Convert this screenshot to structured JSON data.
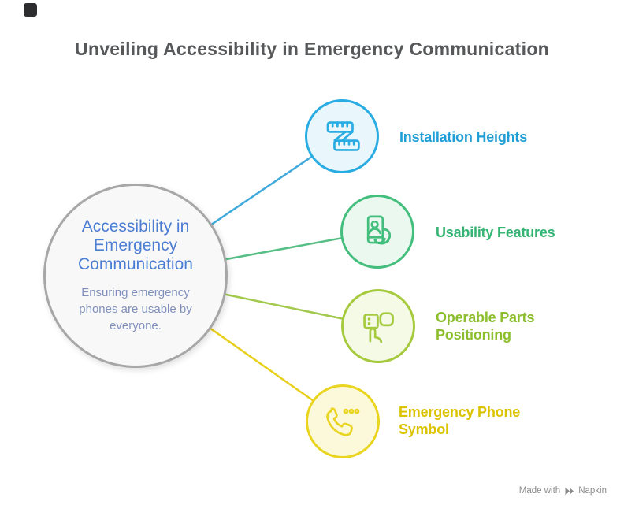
{
  "header": {
    "title": "Unveiling Accessibility in Emergency Communication",
    "title_color": "#57585A"
  },
  "center_node": {
    "title": "Accessibility in Emergency Communication",
    "subtitle": "Ensuring emergency phones are usable by everyone.",
    "title_color": "#4B7ED3",
    "subtitle_color": "#8090BC",
    "fill": "#F8F8F8",
    "border_color": "#A7A7A7"
  },
  "branches": [
    {
      "label": "Installation Heights",
      "icon": "measuring-tape-icon",
      "accent": "#29ACE2",
      "label_color": "#209FD6",
      "circle_fill": "#E9F7FD",
      "line_color": "#3FA9DC"
    },
    {
      "label": "Usability Features",
      "icon": "hand-holding-phone-icon",
      "accent": "#44BE7C",
      "label_color": "#35B474",
      "circle_fill": "#EAF8F0",
      "line_color": "#57BF86"
    },
    {
      "label": "Operable Parts Positioning",
      "icon": "finger-pressing-button-icon",
      "accent": "#A6CA3E",
      "label_color": "#8CBE2D",
      "circle_fill": "#F5FAE7",
      "line_color": "#A2C94C"
    },
    {
      "label": "Emergency Phone Symbol",
      "icon": "phone-handset-icon",
      "accent": "#E9D51F",
      "label_color": "#DCC300",
      "circle_fill": "#FCF8DA",
      "line_color": "#E7CF1A"
    }
  ],
  "watermark": {
    "prefix": "Made with",
    "brand": "Napkin",
    "color": "#8A8A8A"
  }
}
